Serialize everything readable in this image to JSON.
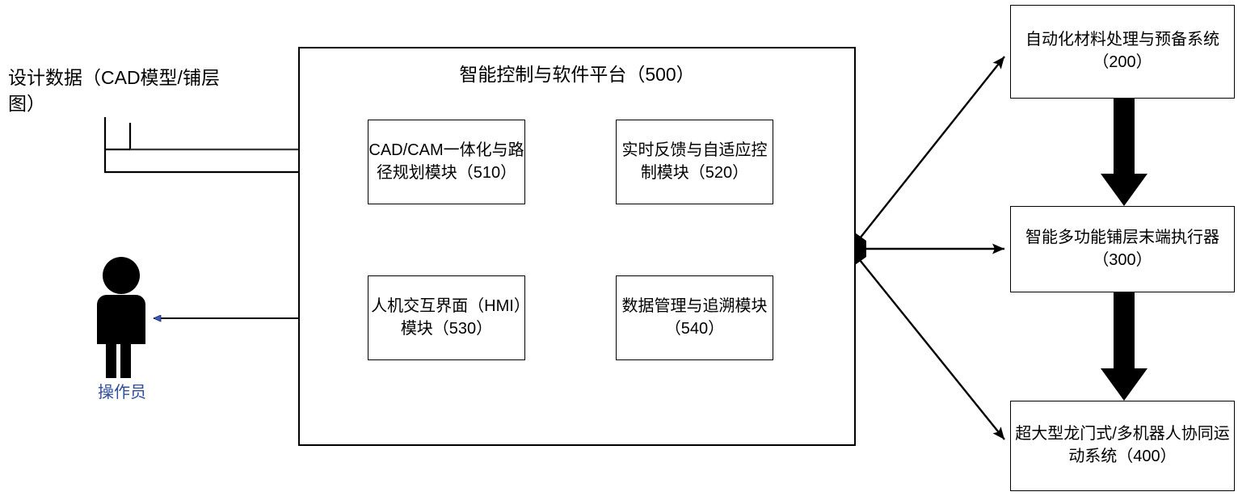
{
  "diagram": {
    "title_block": {
      "label": "智能控制与软件平台（500）"
    },
    "external_inputs": {
      "design_data": "设计数据（CAD模型/铺层图）",
      "operator": "操作员"
    },
    "platform_modules": [
      {
        "id": "510",
        "label": "CAD/CAM一体化与路径规划模块（510）"
      },
      {
        "id": "520",
        "label": "实时反馈与自适应控制模块（520）"
      },
      {
        "id": "530",
        "label": "人机交互界面（HMI）模块（530）"
      },
      {
        "id": "540",
        "label": "数据管理与追溯模块（540）"
      }
    ],
    "subsystems": [
      {
        "id": "200",
        "label": "自动化材料处理与预备系统（200）"
      },
      {
        "id": "300",
        "label": "智能多功能铺层末端执行器（300）"
      },
      {
        "id": "400",
        "label": "超大型龙门式/多机器人协同运动系统（400）"
      }
    ],
    "colors": {
      "stroke": "#000000",
      "fill": "#ffffff",
      "accent_blue": "#2f4d9e",
      "actor": "#000000"
    }
  }
}
